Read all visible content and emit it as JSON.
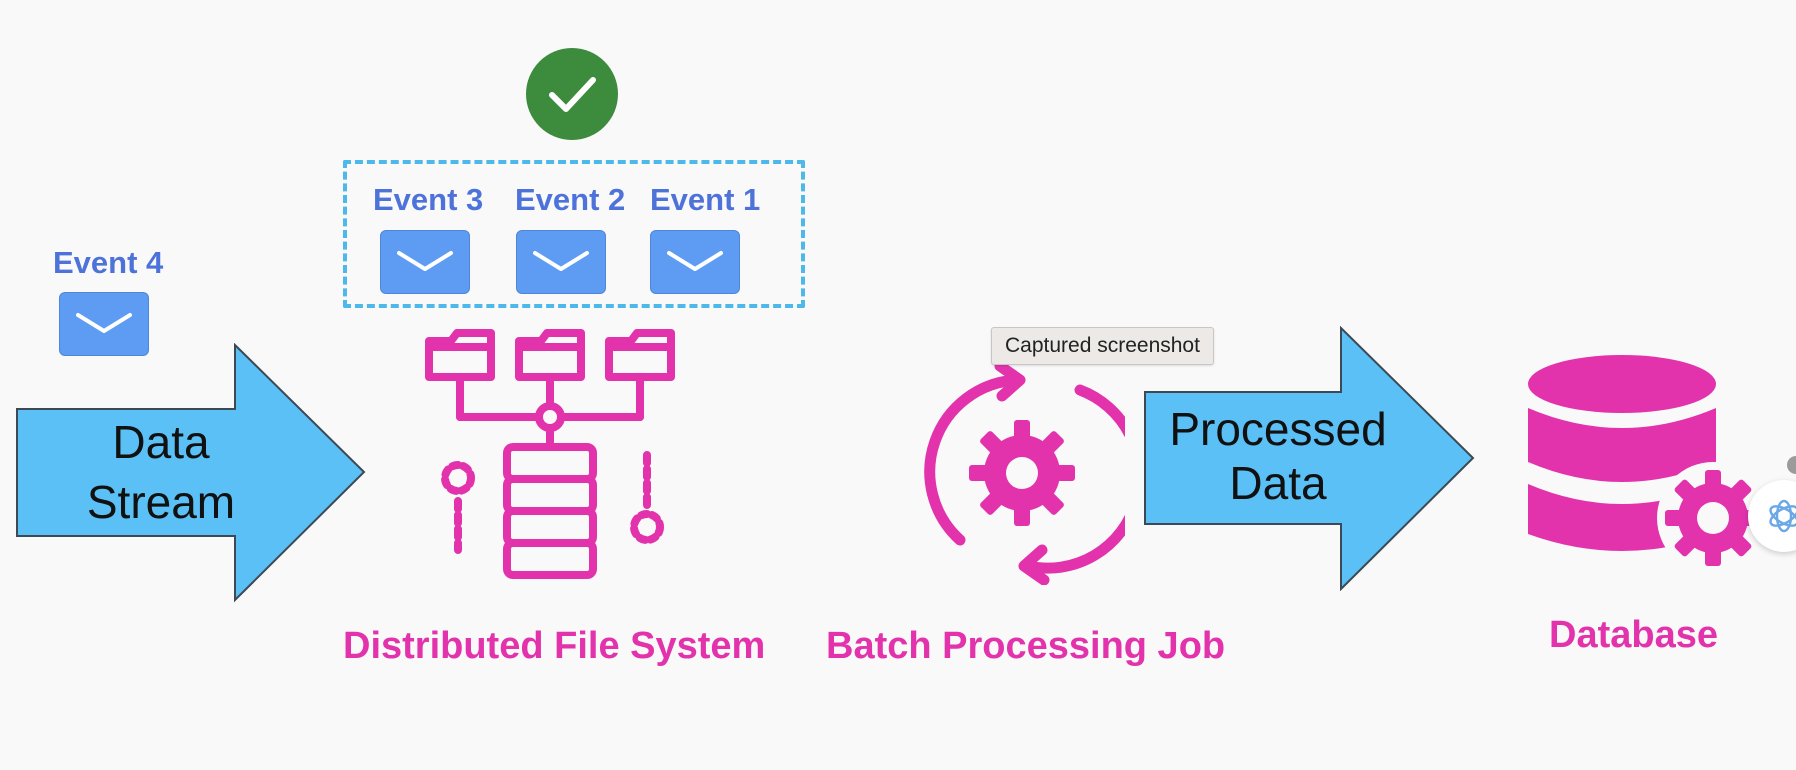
{
  "events": [
    {
      "label": "Event 3"
    },
    {
      "label": "Event 2"
    },
    {
      "label": "Event 1"
    },
    {
      "label": "Event 4"
    }
  ],
  "arrows": {
    "input_line1": "Data",
    "input_line2": "Stream",
    "output_line1": "Processed",
    "output_line2": "Data"
  },
  "components": {
    "dfs": "Distributed File System",
    "batch": "Batch Processing Job",
    "database": "Database"
  },
  "tooltip": "Captured screenshot",
  "icons": {
    "success": "check-circle-icon",
    "event": "envelope-icon",
    "dfs": "distributed-storage-icon",
    "batch": "gear-cycle-icon",
    "database": "database-gear-icon",
    "assistant": "assistant-knot-icon"
  },
  "colors": {
    "accent_pink": "#e233ad",
    "arrow_blue": "#5ac0f5",
    "event_blue": "#5d9cf2",
    "label_blue": "#4d72d9",
    "success_green": "#3d8b3d",
    "dash_blue": "#4db8ea"
  }
}
